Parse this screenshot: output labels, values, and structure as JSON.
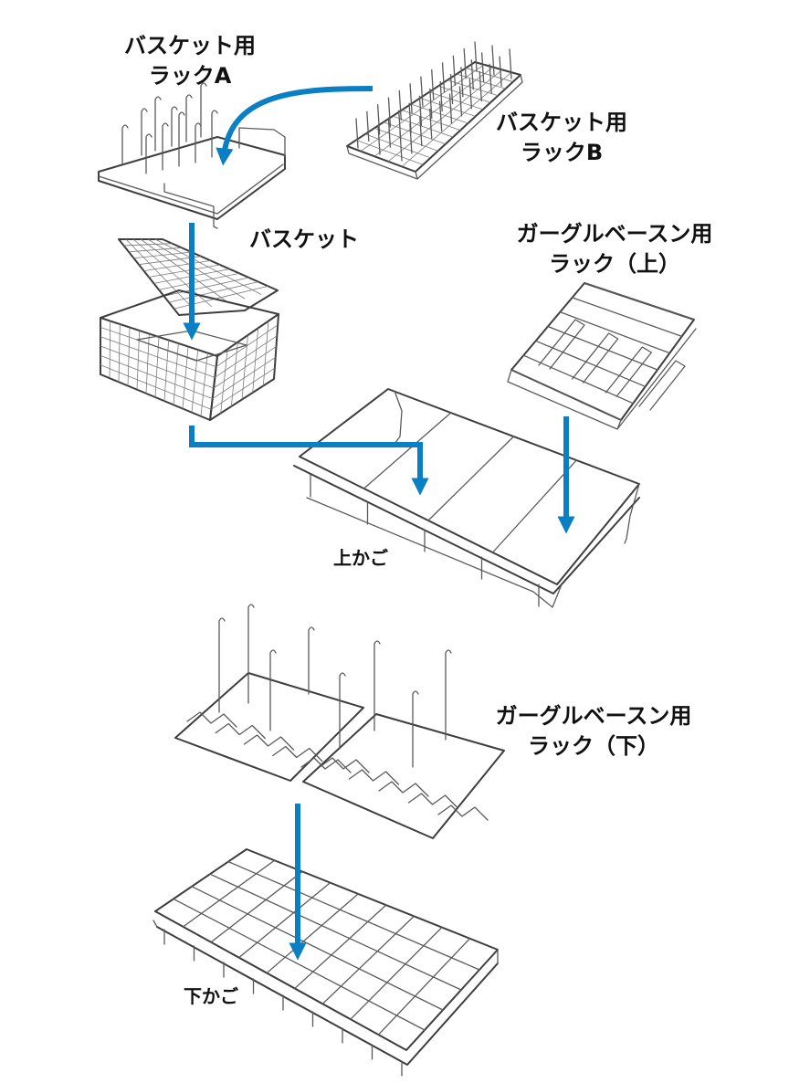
{
  "colors": {
    "arrow": "#0a7fc4",
    "wire": "#5a5a5a"
  },
  "labels": {
    "basket_rack_a": [
      "バスケット用",
      "ラックA"
    ],
    "basket_rack_b": [
      "バスケット用",
      "ラックB"
    ],
    "basket": "バスケット",
    "gargle_rack_upper": [
      "ガーグルベースン用",
      "ラック（上）"
    ],
    "upper_basket": "上かご",
    "gargle_rack_lower": [
      "ガーグルベースン用",
      "ラック（下）"
    ],
    "lower_basket": "下かご"
  }
}
